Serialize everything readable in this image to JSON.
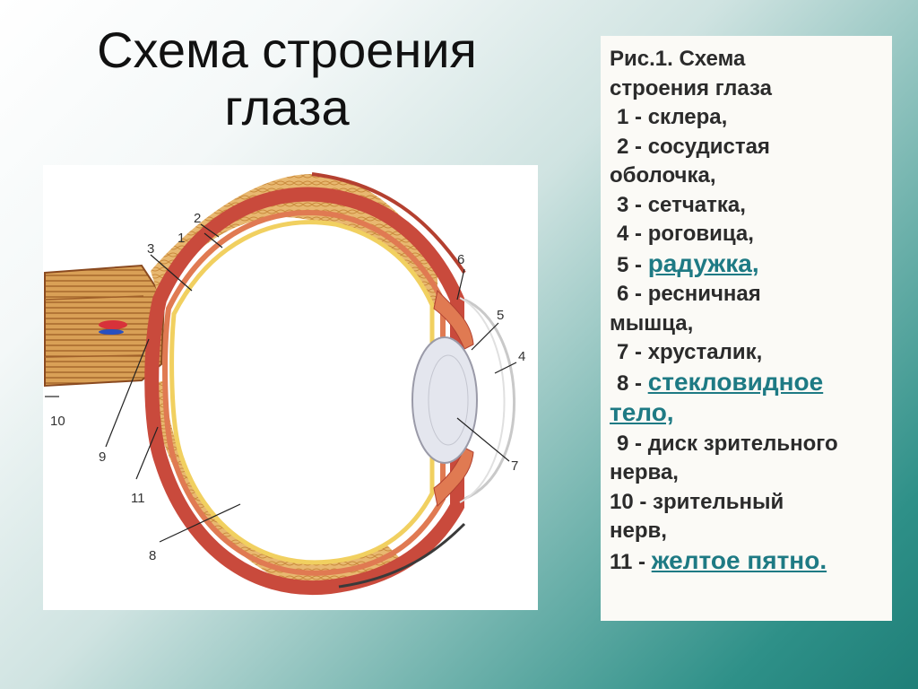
{
  "slide": {
    "title_line1": "Схема строения",
    "title_line2": "глаза"
  },
  "figure": {
    "labels": [
      "1",
      "2",
      "3",
      "4",
      "5",
      "6",
      "7",
      "8",
      "9",
      "10",
      "11"
    ]
  },
  "caption": {
    "heading_line1": "Рис.1.  Схема",
    "heading_line2": "строения глаза",
    "items": [
      {
        "num": "1 - ",
        "text": "склера,"
      },
      {
        "num": "2 - ",
        "text": "сосудистая"
      },
      {
        "cont": "оболочка,"
      },
      {
        "num": "3 - ",
        "text": "сетчатка,"
      },
      {
        "num": "4 - ",
        "text": "роговица,"
      },
      {
        "num": "5 - ",
        "link": " радужка,"
      },
      {
        "num": "6 - ",
        "text": "ресничная"
      },
      {
        "cont": "мышца,"
      },
      {
        "num": "7 - ",
        "text": "хрусталик,"
      },
      {
        "num": "8 - ",
        "link": "стекловидное"
      },
      {
        "cont_link": "тело,"
      },
      {
        "num": "9 - ",
        "text": "диск зрительного"
      },
      {
        "cont": "нерва,"
      },
      {
        "num10": "10 - ",
        "text": "зрительный"
      },
      {
        "cont": "нерв,"
      },
      {
        "num11": "11 - ",
        "link": " желтое пятно."
      }
    ]
  },
  "colors": {
    "sclera": "#c94a3c",
    "fat": "#e6b36a",
    "retina": "#f1d060",
    "link": "#1e7a84"
  }
}
